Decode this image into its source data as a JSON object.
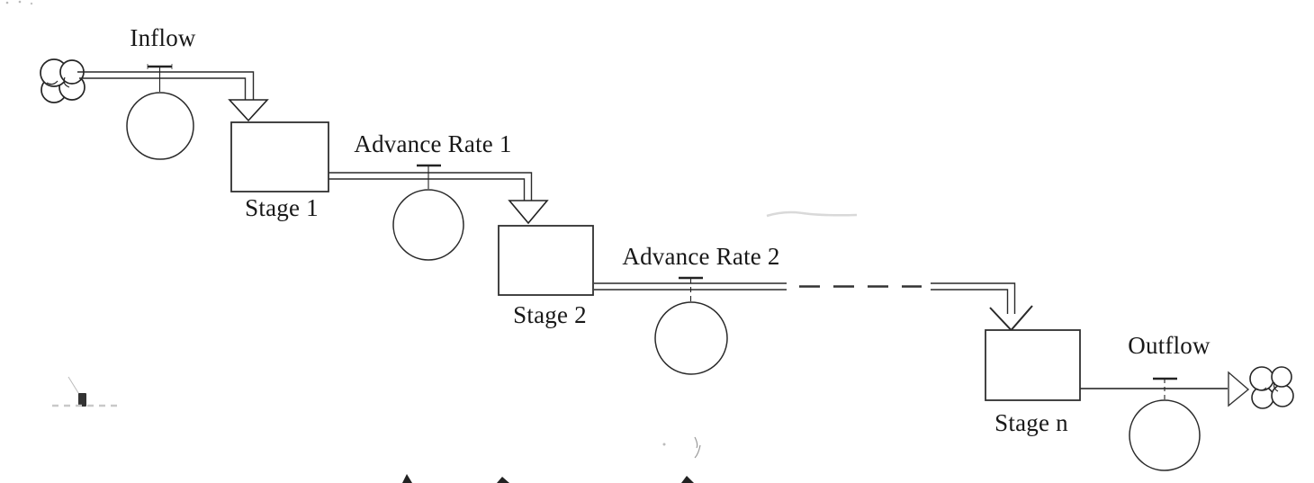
{
  "diagram": {
    "kind": "stock-and-flow",
    "flows": [
      {
        "label": "Inflow"
      },
      {
        "label": "Advance Rate 1"
      },
      {
        "label": "Advance Rate 2"
      },
      {
        "label": "Outflow"
      }
    ],
    "stocks": [
      {
        "label": "Stage 1"
      },
      {
        "label": "Stage 2"
      },
      {
        "label": "Stage n"
      }
    ],
    "icons": {
      "source": "cloud-icon",
      "sink": "cloud-icon",
      "regulator": "valve-icon",
      "converter": "circle-icon"
    },
    "colors": {
      "ink": "#262626",
      "background": "#ffffff"
    }
  }
}
